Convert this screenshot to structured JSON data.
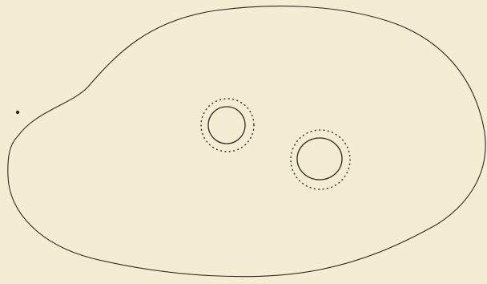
{
  "figure": {
    "background": "#f4ecd3",
    "ink": "#2e2a22",
    "elements": [
      {
        "kind": "outline-shape"
      },
      {
        "kind": "inner-ring-with-dotted-halo",
        "count": 2
      },
      {
        "kind": "small-dot"
      }
    ]
  }
}
